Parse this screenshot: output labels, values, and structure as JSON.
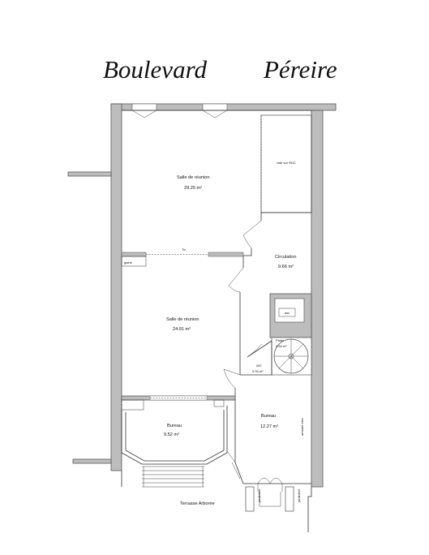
{
  "header": {
    "street_1": "Boulevard",
    "street_2": "Péreire"
  },
  "rooms": {
    "salle_reunion_1": {
      "name": "Salle de réunion",
      "area": "29.25 m²"
    },
    "salle_reunion_2": {
      "name": "Salle de réunion",
      "area": "24.91 m²"
    },
    "circulation": {
      "name": "Circulation",
      "area": "9.66 m²"
    },
    "palier": {
      "name": "Palier",
      "area": "0.54 m²"
    },
    "wc": {
      "name": "WC",
      "area": "0.94 m²"
    },
    "bureau_1": {
      "name": "Bureau",
      "area": "9.52 m²"
    },
    "bureau_2": {
      "name": "Bureau",
      "area": "12.27 m²"
    }
  },
  "labels": {
    "terrasse": "Terrasse Arborée",
    "vide": "vide sur RDC",
    "gaine": "gaine",
    "tb": "Tb",
    "asc": "asc",
    "armoire": "armoire élec",
    "jardiniere_left": "jardinière",
    "jardiniere_right": "jardinière"
  },
  "colors": {
    "wall_fill": "#bdbdbd",
    "stroke": "#333333",
    "background": "#ffffff"
  }
}
